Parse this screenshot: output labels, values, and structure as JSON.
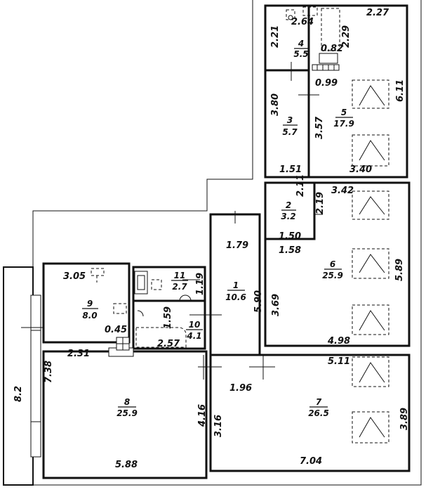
{
  "rooms": [
    {
      "id": "r4",
      "number": "4",
      "area": "5.5"
    },
    {
      "id": "r5",
      "number": "5",
      "area": "17.9"
    },
    {
      "id": "r3",
      "number": "3",
      "area": "5.7"
    },
    {
      "id": "r2",
      "number": "2",
      "area": "3.2"
    },
    {
      "id": "r6",
      "number": "6",
      "area": "25.9"
    },
    {
      "id": "r1",
      "number": "1",
      "area": "10.6"
    },
    {
      "id": "r11",
      "number": "11",
      "area": "2.7"
    },
    {
      "id": "r10",
      "number": "10",
      "area": "4.1"
    },
    {
      "id": "r9",
      "number": "9",
      "area": "8.0"
    },
    {
      "id": "r8",
      "number": "8",
      "area": "25.9"
    },
    {
      "id": "r7",
      "number": "7",
      "area": "26.5"
    }
  ],
  "dimensions": [
    {
      "id": "d1",
      "value": "2.64"
    },
    {
      "id": "d2",
      "value": "2.27"
    },
    {
      "id": "d3",
      "value": "2.21"
    },
    {
      "id": "d4",
      "value": "0.82"
    },
    {
      "id": "d5",
      "value": "2.29"
    },
    {
      "id": "d6",
      "value": "0.99"
    },
    {
      "id": "d7",
      "value": "6.11"
    },
    {
      "id": "d8",
      "value": "3.80"
    },
    {
      "id": "d9",
      "value": "3.57"
    },
    {
      "id": "d10",
      "value": "1.51"
    },
    {
      "id": "d11",
      "value": "3.40"
    },
    {
      "id": "d12",
      "value": "2.11"
    },
    {
      "id": "d13",
      "value": "2.19"
    },
    {
      "id": "d14",
      "value": "3.42"
    },
    {
      "id": "d15",
      "value": "1.50"
    },
    {
      "id": "d16",
      "value": "1.79"
    },
    {
      "id": "d17",
      "value": "1.58"
    },
    {
      "id": "d18",
      "value": "5.89"
    },
    {
      "id": "d19",
      "value": "3.05"
    },
    {
      "id": "d20",
      "value": "1.19"
    },
    {
      "id": "d21",
      "value": "5.90"
    },
    {
      "id": "d22",
      "value": "3.69"
    },
    {
      "id": "d23",
      "value": "1.59"
    },
    {
      "id": "d24",
      "value": "0.45"
    },
    {
      "id": "d25",
      "value": "2.57"
    },
    {
      "id": "d26",
      "value": "4.98"
    },
    {
      "id": "d27",
      "value": "2.31"
    },
    {
      "id": "d28",
      "value": "5.11"
    },
    {
      "id": "d29",
      "value": "7.38"
    },
    {
      "id": "d30",
      "value": "1.96"
    },
    {
      "id": "d31",
      "value": "8.2"
    },
    {
      "id": "d32",
      "value": "4.16"
    },
    {
      "id": "d33",
      "value": "3.89"
    },
    {
      "id": "d34",
      "value": "3.16"
    },
    {
      "id": "d35",
      "value": "5.88"
    },
    {
      "id": "d36",
      "value": "7.04"
    }
  ]
}
